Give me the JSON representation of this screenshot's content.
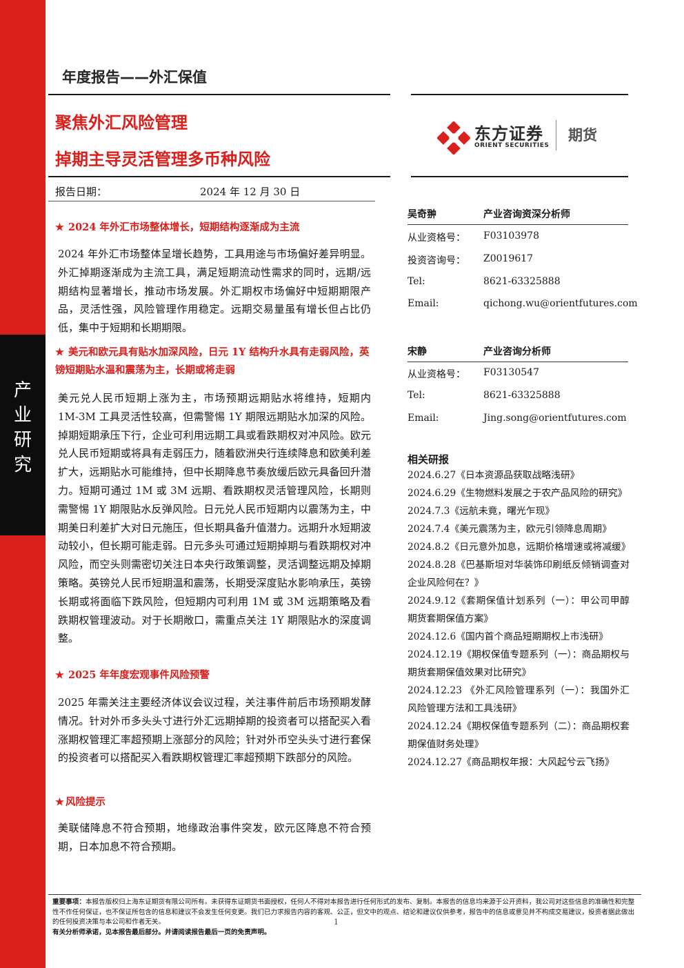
{
  "sidebar": {
    "category_chars": [
      "产",
      "业",
      "研",
      "究"
    ]
  },
  "header": {
    "report_type": "年度报告——外汇保值",
    "title_line1": "聚焦外汇风险管理",
    "title_line2": "掉期主导灵活管理多币种风险",
    "date_label": "报告日期：",
    "date_value": "2024 年 12 月 30 日"
  },
  "logo": {
    "name_cn": "东方证券",
    "name_en": "ORIENT SECURITIES",
    "division": "期货",
    "colors": {
      "red": "#d9201c",
      "dark": "#2b2b2b"
    }
  },
  "sections": [
    {
      "heading": "2024 年外汇市场整体增长，短期结构逐渐成为主流",
      "body": "2024 年外汇市场整体呈增长趋势，工具用途与市场偏好差异明显。外汇掉期逐渐成为主流工具，满足短期流动性需求的同时，远期/远期结构显著增长，推动市场发展。外汇期权市场偏好中短期期限产品，灵活性强，风险管理作用稳定。远期交易量虽有增长但占比仍低，集中于短期和长期期限。"
    },
    {
      "heading": "美元和欧元具有贴水加深风险，日元 1Y 结构升水具有走弱风险，英镑短期贴水温和震荡为主，长期或将走弱",
      "body": "美元兑人民币短期上涨为主，市场预期远期贴水将维持，短期内 1M-3M 工具灵活性较高，但需警惕 1Y 期限远期贴水加深的风险。掉期短期承压下行，企业可利用远期工具或看跌期权对冲风险。欧元兑人民币短期或将具有走弱压力，随着欧洲央行连续降息和欧美利差扩大，远期贴水可能维持，但中长期降息节奏放缓后欧元具备回升潜力。短期可通过 1M 或 3M 远期、看跌期权灵活管理风险，长期则需警惕 1Y 期限贴水反弹风险。日元兑人民币短期内以震荡为主，中期美日利差扩大对日元施压，但长期具备升值潜力。远期升水短期波动较小，但长期可能走弱。日元多头可通过短期掉期与看跌期权对冲风险，而空头则需密切关注日本央行政策调整，灵活调整远期及掉期策略。英镑兑人民币短期温和震荡，长期受深度贴水影响承压，英镑长期或将面临下跌风险，但短期内可利用 1M 或 3M 远期策略及看跌期权管理波动。对于长期敞口，需重点关注 1Y 期限贴水的深度调整。"
    },
    {
      "heading": "2025 年年度宏观事件风险预警",
      "body": "2025 年需关注主要经济体议会议过程，关注事件前后市场预期发酵情况。针对外币多头头寸进行外汇远期掉期的投资者可以搭配买入看涨期权管理汇率超预期上涨部分的风险；针对外币空头头寸进行套保的投资者可以搭配买入看跌期权管理汇率超预期下跌部分的风险。"
    },
    {
      "heading": "风险提示",
      "body": "美联储降息不符合预期，地缘政治事件突发，欧元区降息不符合预期，日本加息不符合预期。"
    }
  ],
  "star_glyph": "★",
  "analysts": [
    {
      "name": "吴奇翀",
      "role": "产业咨询资深分析师",
      "fields": [
        {
          "label": "从业资格号：",
          "value": "F03103978"
        },
        {
          "label": "投资咨询号：",
          "value": "Z0019617"
        },
        {
          "label": "Tel:",
          "value": "8621-63325888"
        },
        {
          "label": "Email:",
          "value": "qichong.wu@orientfutures.com"
        }
      ]
    },
    {
      "name": "宋静",
      "role": "产业咨询分析师",
      "fields": [
        {
          "label": "从业资格号：",
          "value": "F03130547"
        },
        {
          "label": "Tel:",
          "value": "8621-63325888"
        },
        {
          "label": "Email:",
          "value": "Jing.song@orientfutures.com"
        }
      ]
    }
  ],
  "related": {
    "title": "相关研报",
    "items": [
      "2024.6.27《日本资源品获取战略浅研》",
      "2024.6.29《生物燃料发展之于农产品风险的研究》",
      "2024.7.3《远航未竟，曙光乍现》",
      "2024.7.4《美元震荡为主，欧元引领降息周期》",
      "2024.8.2《日元意外加息，远期价格增速或将减缓》",
      "2024.8.28《巴基斯坦对华装饰印刷纸反倾销调查对企业风险何在？》",
      "2024.9.12《套期保值计划系列（一）：甲公司甲醇期货套期保值方案》",
      "2024.12.6《国内首个商品短期期权上市浅研》",
      "2024.12.19《期权保值专题系列（一）：商品期权与期货套期保值效果对比研究》",
      "2024.12.23 《外汇风险管理系列（一）：我国外汇风险管理方法和工具浅研》",
      "2024.12.24《期权保值专题系列（二）：商品期权套期保值财务处理》",
      "2024.12.27《商品期权年报：大风起兮云飞扬》"
    ]
  },
  "footer": {
    "label": "重要事项：",
    "text": "本报告版权归上海东证期货有限公司所有。未获得东证期货书面授权，任何人不得对本报告进行任何形式的发布、复制。本报告的信息均来源于公开资料，我公司对这些信息的准确性和完整性不作任何保证，也不保证所包含的信息和建议不会发生任何变更。我们已力求报告内容的客观、公正，但文中的观点、结论和建议仅供参考，报告中的信息或意见并不构成交易建议，投资者据此做出的任何投资决策与本公司和作者无关。",
    "analyst_note": "有关分析师承诺，见本报告最后部分。并请阅读报告最后一页的免责声明。",
    "page": "1"
  }
}
